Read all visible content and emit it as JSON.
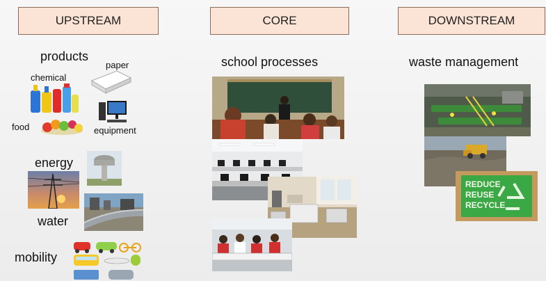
{
  "columns": {
    "upstream": {
      "title": "UPSTREAM"
    },
    "core": {
      "title": "CORE",
      "subtitle": "school processes"
    },
    "downstream": {
      "title": "DOWNSTREAM",
      "subtitle": "waste management",
      "sign_lines": [
        "REDUCE",
        "REUSE",
        "RECYCLE"
      ]
    }
  },
  "upstream": {
    "products": "products",
    "paper": "paper",
    "chemical": "chemical",
    "food": "food",
    "equipment": "equipment",
    "energy": "energy",
    "water": "water",
    "mobility": "mobility"
  },
  "colors": {
    "header_fill": "#fbe4d5",
    "header_border": "#8a6a58",
    "recycle_green": "#3aa844",
    "cardboard": "#c49a5e"
  }
}
